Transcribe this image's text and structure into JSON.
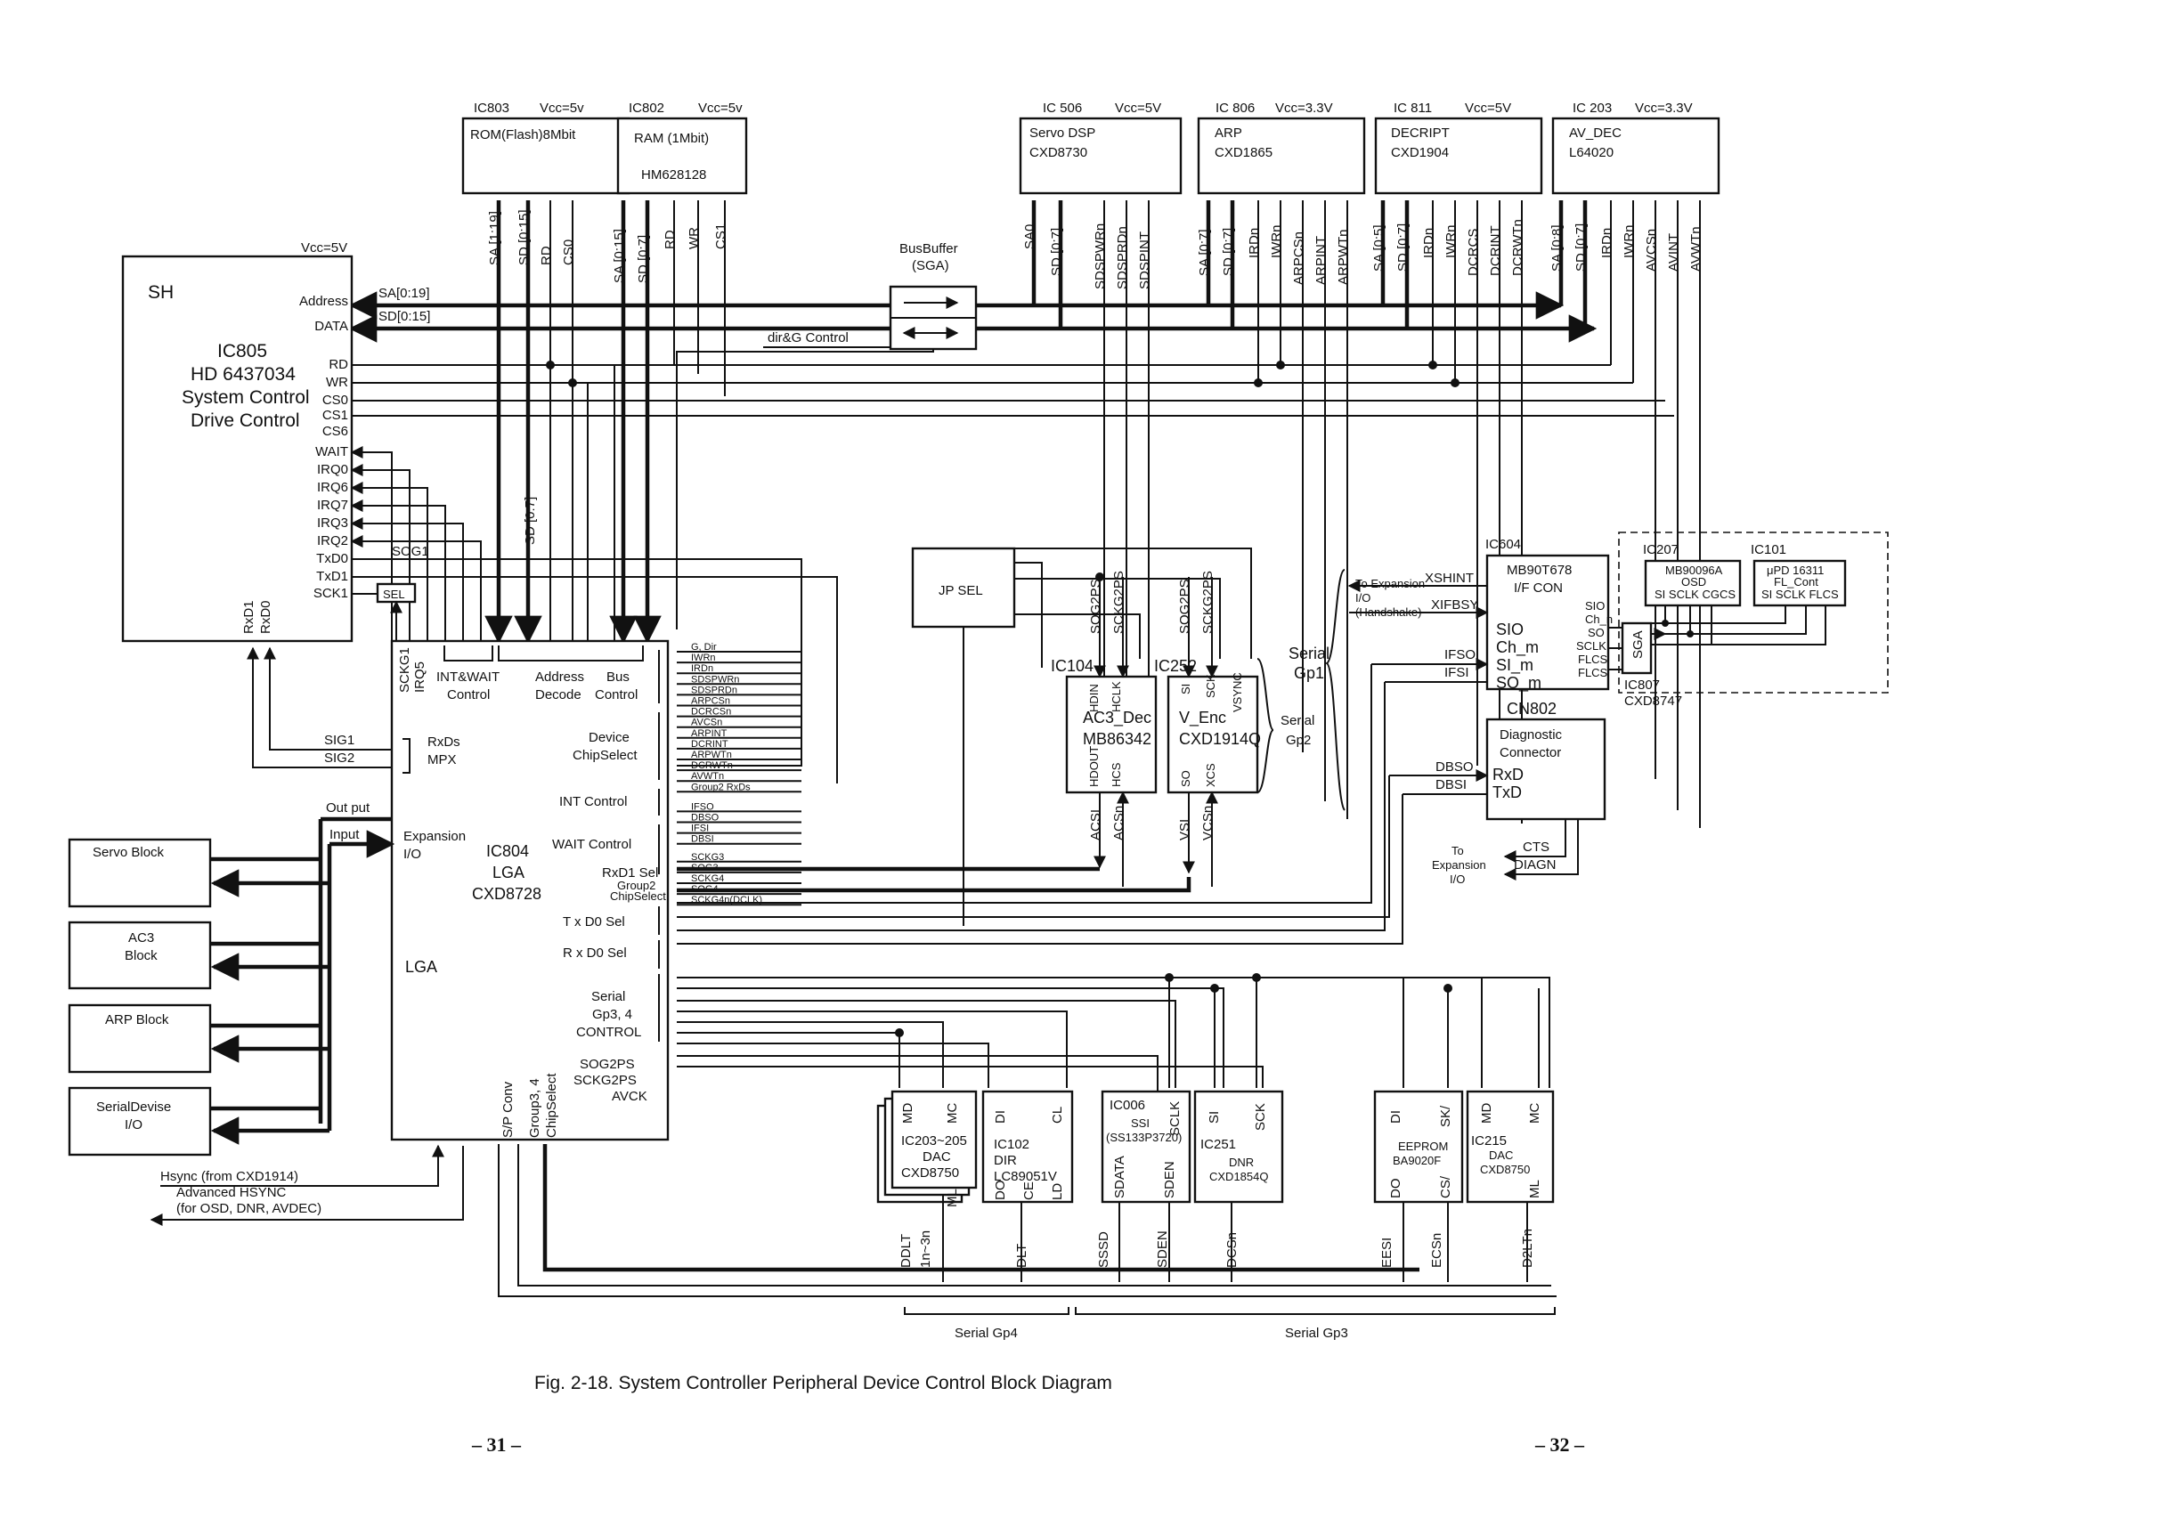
{
  "top_ics": [
    {
      "id": "ic803",
      "ref": "IC803",
      "vcc": "Vcc=5v",
      "lines": [
        "ROM(Flash)8Mbit"
      ],
      "pins": [
        "SA [1:19]",
        "SD [0:15]",
        "RD",
        "CS0"
      ]
    },
    {
      "id": "ic802",
      "ref": "IC802",
      "vcc": "Vcc=5v",
      "lines": [
        "RAM (1Mbit)",
        "HM628128"
      ],
      "pins": [
        "SA [0:15]",
        "SD [0:7]",
        "RD",
        "WR",
        "CS1"
      ]
    },
    {
      "id": "ic506",
      "ref": "IC 506",
      "vcc": "Vcc=5V",
      "lines": [
        "Servo DSP",
        "CXD8730"
      ],
      "pins": [
        "SA0",
        "SD [0:7]",
        "SDSPWRn",
        "SDSPRDn",
        "SDSPINT"
      ]
    },
    {
      "id": "ic806",
      "ref": "IC 806",
      "vcc": "Vcc=3.3V",
      "lines": [
        "ARP",
        "CXD1865"
      ],
      "pins": [
        "SA [0:7]",
        "SD [0:7]",
        "IRDn",
        "IWRn",
        "ARPCSn",
        "ARPINT",
        "ARPWTn"
      ]
    },
    {
      "id": "ic811",
      "ref": "IC 811",
      "vcc": "Vcc=5V",
      "lines": [
        "DECRIPT",
        "CXD1904"
      ],
      "pins": [
        "SA [0:5]",
        "SD [0:7]",
        "IRDn",
        "IWRn",
        "DCRCS",
        "DCRINT",
        "DCRWTn"
      ]
    },
    {
      "id": "ic203",
      "ref": "IC 203",
      "vcc": "Vcc=3.3V",
      "lines": [
        "AV_DEC",
        "L64020"
      ],
      "pins": [
        "SA [0:8]",
        "SD [0:7]",
        "IRDn",
        "IWRn",
        "AVCSn",
        "AVINT",
        "AVWTn"
      ]
    }
  ],
  "sh": {
    "title": "SH",
    "vcc": "Vcc=5V",
    "lines": [
      "IC805",
      "HD 6437034",
      "System Control",
      "Drive Control"
    ],
    "pins": [
      "Address",
      "DATA",
      "RD",
      "WR",
      "CS0",
      "CS1",
      "CS6",
      "WAIT",
      "IRQ0",
      "IRQ6",
      "IRQ7",
      "IRQ3",
      "IRQ2",
      "TxD0",
      "TxD1",
      "SCK1"
    ],
    "bottom_pins": [
      "RxD1",
      "RxD0"
    ]
  },
  "bus": {
    "sa": "SA[0:19]",
    "sd": "SD[0:15]",
    "buffer_title": [
      "BusBuffer",
      "(SGA)"
    ],
    "dir_control": "dir&G Control",
    "sd_vertical": "SD [0:7]",
    "sog1": "SOG1",
    "sel": "SEL"
  },
  "ic804": {
    "lines": [
      "IC804",
      "LGA",
      "CXD8728"
    ],
    "lga": "LGA",
    "top_pins": [
      "SCKG1",
      "IRQ5"
    ],
    "sections": [
      {
        "id": "intwait",
        "lines": [
          "INT&WAIT",
          "Control"
        ]
      },
      {
        "id": "addrdec",
        "lines": [
          "Address",
          "Decode"
        ]
      },
      {
        "id": "busctl",
        "lines": [
          "Bus",
          "Control"
        ]
      },
      {
        "id": "devcs",
        "lines": [
          "Device",
          "ChipSelect"
        ]
      },
      {
        "id": "intctl",
        "lines": [
          "INT Control"
        ]
      },
      {
        "id": "waitctl",
        "lines": [
          "WAIT Control"
        ]
      },
      {
        "id": "rxd1sel",
        "lines": [
          "RxD1 Sel"
        ]
      },
      {
        "id": "txd0sel",
        "lines": [
          "T x D0 Sel"
        ]
      },
      {
        "id": "rxd0sel",
        "lines": [
          "R x D0 Sel"
        ]
      },
      {
        "id": "serial",
        "lines": [
          "Serial",
          "Gp3, 4",
          "CONTROL"
        ]
      }
    ],
    "group2_cs": [
      "Group2",
      "ChipSelect"
    ],
    "exp_io": [
      "Expansion",
      "I/O"
    ],
    "rxds_mpx": [
      "RxDs",
      "MPX"
    ],
    "sig1": "SIG1",
    "sig2": "SIG2",
    "output": "Out put",
    "input": "Input",
    "right_pins": [
      "SOG2PS",
      "SCKG2PS",
      "AVCK"
    ],
    "bottom_labels": [
      "S/P Conv",
      "Group3, 4",
      "ChipSelect"
    ]
  },
  "signals": [
    "G, Dir",
    "IWRn",
    "IRDn",
    "SDSPWRn",
    "SDSPRDn",
    "ARPCSn",
    "DCRCSn",
    "AVCSn",
    "ARPINT",
    "DCRINT",
    "ARPWTn",
    "DCRWTn",
    "AVWTn",
    "Group2 RxDs",
    "IFSO",
    "DBSO",
    "IFSI",
    "DBSI",
    "SCKG3",
    "SOG3",
    "SCKG4",
    "SOG4",
    "SCKG4n(DCLK)"
  ],
  "left_blocks": [
    {
      "id": "servo",
      "lines": [
        "Servo Block"
      ]
    },
    {
      "id": "ac3",
      "lines": [
        "AC3",
        "Block"
      ]
    },
    {
      "id": "arp",
      "lines": [
        "ARP Block"
      ]
    },
    {
      "id": "serialdev",
      "lines": [
        "SerialDevise",
        "I/O"
      ]
    }
  ],
  "hsync": [
    "Hsync (from CXD1914)",
    "Advanced HSYNC",
    "(for OSD, DNR, AVDEC)"
  ],
  "jpsel": "JP SEL",
  "ic104": {
    "ref": "IC104",
    "lines": [
      "AC3_Dec",
      "MB86342"
    ],
    "top_pins": [
      "HDIN",
      "HCLK"
    ],
    "bottom_pins": [
      "HDOUT",
      "HCS"
    ],
    "above": [
      "SOG2PS",
      "SCKG2PS"
    ],
    "below": [
      "ACSI",
      "ACSn"
    ]
  },
  "ic252": {
    "ref": "IC252",
    "lines": [
      "V_Enc",
      "CXD1914Q"
    ],
    "top_pins": [
      "SI",
      "SCK",
      "VSYNC"
    ],
    "bottom_pins": [
      "SO",
      "XCS"
    ],
    "above": [
      "SOG2PS",
      "SCKG2PS"
    ],
    "below": [
      "VSI",
      "VCSn"
    ]
  },
  "serial_gp2": [
    "Serial",
    "Gp2"
  ],
  "serial_gp1": [
    "Serial",
    "Gp1"
  ],
  "ic604": {
    "ref": "IC604",
    "lines": [
      "MB90T678",
      "I/F CON"
    ],
    "pins": [
      "SIO",
      "Ch_m",
      "SI_m",
      "SO_m"
    ],
    "right_pins": [
      "SIO",
      "Ch_n",
      "SO",
      "SCLK",
      "FLCS",
      "FLCS"
    ],
    "left_signals": [
      "XSHINT",
      "XIFBSY"
    ],
    "in_signals": [
      "IFSO",
      "IFSI"
    ],
    "to_exp": [
      "To Expansion",
      "I/O",
      "(Handshake)"
    ]
  },
  "ic207": {
    "ref": "IC207",
    "lines": [
      "MB90096A",
      "OSD",
      "SI SCLK CGCS"
    ]
  },
  "ic101": {
    "ref": "IC101",
    "lines": [
      "μPD 16311",
      "FL_Cont",
      "SI SCLK FLCS"
    ]
  },
  "sga": {
    "label": "SGA",
    "ref": [
      "IC807",
      "CXD8747"
    ]
  },
  "cn802": {
    "ref": "CN802",
    "lines": [
      "Diagnostic",
      "Connector"
    ],
    "pins": [
      "RxD",
      "TxD"
    ],
    "in_signals": [
      "DBSO",
      "DBSI"
    ],
    "out": [
      "CTS",
      "DIAGN"
    ],
    "to_exp": [
      "To",
      "Expansion",
      "I/O"
    ]
  },
  "bottom_ics": [
    {
      "id": "ic203_205",
      "lines": [
        "IC203~205",
        "DAC",
        "CXD8750"
      ],
      "top_pins": [
        "MD",
        "MC"
      ],
      "bottom_pins": [
        "ML"
      ],
      "out": [
        "DDLT",
        "1n~3n"
      ]
    },
    {
      "id": "ic102",
      "lines": [
        "IC102",
        "DIR",
        "LC89051V"
      ],
      "top_pins": [
        "DI",
        "CL"
      ],
      "bottom_pins": [
        "DO",
        "CE",
        "LD"
      ],
      "out": [
        "DLT"
      ]
    },
    {
      "id": "ic006",
      "lines": [
        "IC006",
        "SSI",
        "(SS133P3720)"
      ],
      "top_pins": [
        "SCLK"
      ],
      "bottom_pins": [
        "SDATA",
        "SDEN"
      ],
      "out": [
        "SSSD",
        "SDEN"
      ]
    },
    {
      "id": "ic251",
      "lines": [
        "IC251",
        "DNR",
        "CXD1854Q"
      ],
      "top_pins": [
        "SI",
        "SCK"
      ],
      "bottom_pins": [],
      "out": [
        "DCSn"
      ]
    },
    {
      "id": "eeprom",
      "lines": [
        "EEPROM",
        "BA9020F"
      ],
      "top_pins": [
        "DI",
        "SK/"
      ],
      "bottom_pins": [
        "DO",
        "CS/"
      ],
      "out": [
        "EESI",
        "ECSn"
      ]
    },
    {
      "id": "ic215",
      "lines": [
        "IC215",
        "DAC",
        "CXD8750"
      ],
      "top_pins": [
        "MD",
        "MC"
      ],
      "bottom_pins": [
        "ML"
      ],
      "out": [
        "D2LTn"
      ]
    }
  ],
  "serial_gp4": "Serial Gp4",
  "serial_gp3": "Serial Gp3",
  "caption": "Fig. 2-18. System Controller Peripheral Device Control Block Diagram",
  "pages": {
    "left": "– 31 –",
    "right": "– 32 –"
  }
}
